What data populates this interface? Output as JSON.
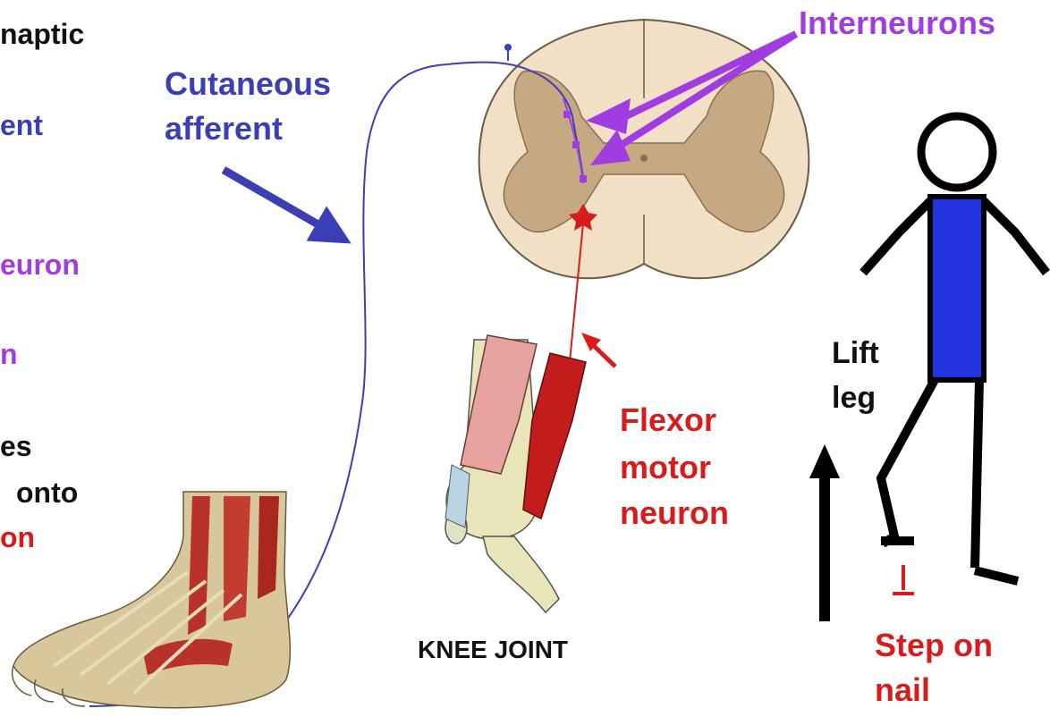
{
  "left_fragments": [
    {
      "text": "naptic",
      "color": "#111111"
    },
    {
      "text": "ent",
      "color": "#3b3fb5"
    },
    {
      "text": "euron",
      "color": "#a13de0"
    },
    {
      "text": "n",
      "color": "#a13de0"
    },
    {
      "text": "es",
      "color": "#111111"
    },
    {
      "text": "onto",
      "color": "#111111"
    },
    {
      "text": "on",
      "color": "#d81c1c"
    }
  ],
  "labels": {
    "cutaneous_line1": "Cutaneous",
    "cutaneous_line2": "afferent",
    "interneurons": "Interneurons",
    "flexor_line1": "Flexor",
    "flexor_line2": "motor",
    "flexor_line3": "neuron",
    "knee_joint": "KNEE JOINT",
    "lift_line1": "Lift",
    "lift_line2": "leg",
    "step_line1": "Step on",
    "step_line2": "nail"
  },
  "colors": {
    "afferent": "#3b3fb5",
    "interneuron": "#a13de0",
    "motor": "#d81c1c",
    "grey_matter": "#c6a883",
    "white_matter": "#f1dfc6",
    "figure_body": "#2233e0",
    "text_dark": "#111111"
  }
}
